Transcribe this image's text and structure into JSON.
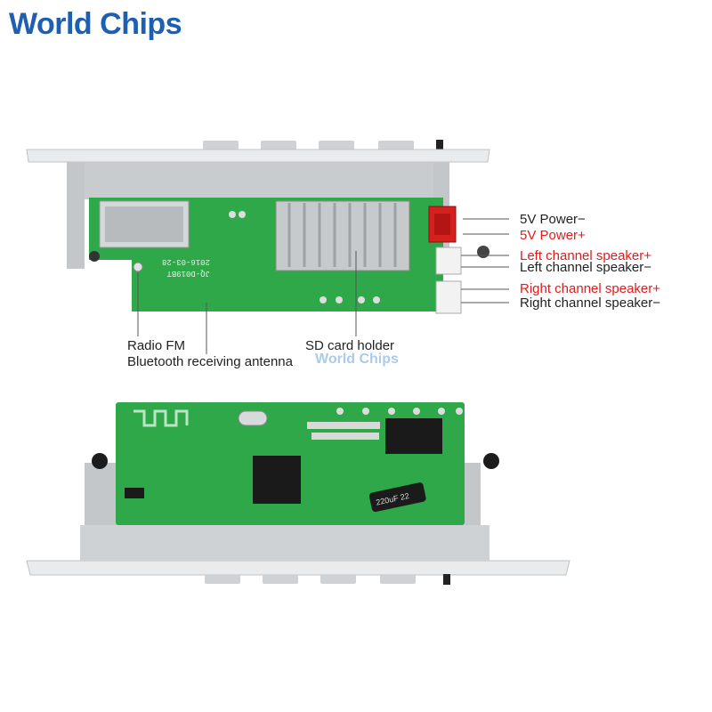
{
  "brand": {
    "name_part1": "W",
    "name_part2": "orld ",
    "name_part3": "Chips",
    "watermark": "World Chips"
  },
  "labels": {
    "power_minus": "5V Power−",
    "power_plus": "5V Power+",
    "left_plus": "Left channel speaker+",
    "left_minus": "Left channel speaker−",
    "right_plus": "Right channel speaker+",
    "right_minus": "Right channel speaker−",
    "radio_fm": "Radio FM",
    "bt_antenna": "Bluetooth receiving antenna",
    "sd_holder": "SD card holder"
  },
  "pcb_text": {
    "board_id": "JQ-D019BT",
    "date": "2016-03-28",
    "capacitor": "220uF 22"
  },
  "colors": {
    "pcb": "#2fa84a",
    "pcb_dark": "#1f8a36",
    "plastic": "#d8dadc",
    "red_label": "#e21b1b",
    "brand_blue": "#1d5fb0"
  }
}
